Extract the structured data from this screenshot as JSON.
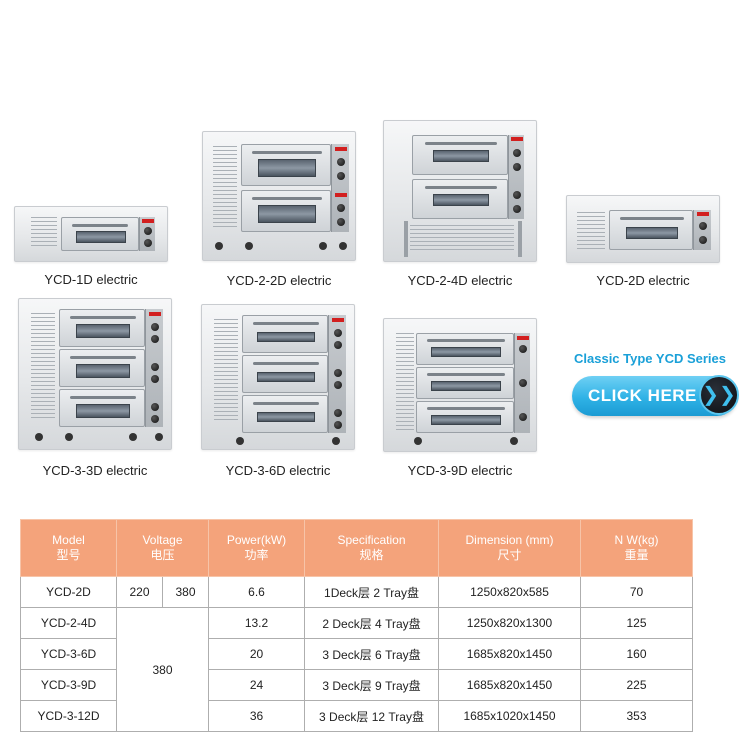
{
  "products": [
    {
      "id": "ycd-1d",
      "caption": "YCD-1D electric"
    },
    {
      "id": "ycd-2-2d",
      "caption": "YCD-2-2D electric"
    },
    {
      "id": "ycd-2-4d",
      "caption": "YCD-2-4D electric"
    },
    {
      "id": "ycd-2d",
      "caption": "YCD-2D electric"
    },
    {
      "id": "ycd-3-3d",
      "caption": "YCD-3-3D electric"
    },
    {
      "id": "ycd-3-6d",
      "caption": "YCD-3-6D electric"
    },
    {
      "id": "ycd-3-9d",
      "caption": "YCD-3-9D electric"
    }
  ],
  "promo": {
    "title": "Classic Type YCD Series",
    "button_label": "CLICK HERE",
    "chevron": "❯❯"
  },
  "table": {
    "headers": [
      {
        "en": "Model",
        "zh": "型号"
      },
      {
        "en": "Voltage",
        "zh": "电压"
      },
      {
        "en": "Power(kW)",
        "zh": "功率"
      },
      {
        "en": "Specification",
        "zh": "规格"
      },
      {
        "en": "Dimension (mm)",
        "zh": "尺寸"
      },
      {
        "en": "N W(kg)",
        "zh": "重量"
      }
    ],
    "rows": [
      {
        "model": "YCD-2D",
        "voltage_a": "220",
        "voltage_b": "380",
        "power": "6.6",
        "spec": "1Deck层 2 Tray盘",
        "dimension": "1250x820x585",
        "weight": "70"
      },
      {
        "model": "YCD-2-4D",
        "power": "13.2",
        "spec": "2 Deck层 4 Tray盘",
        "dimension": "1250x820x1300",
        "weight": "125"
      },
      {
        "model": "YCD-3-6D",
        "power": "20",
        "spec": "3 Deck层 6 Tray盘",
        "dimension": "1685x820x1450",
        "weight": "160"
      },
      {
        "model": "YCD-3-9D",
        "power": "24",
        "spec": "3 Deck层 9 Tray盘",
        "dimension": "1685x820x1450",
        "weight": "225"
      },
      {
        "model": "YCD-3-12D",
        "power": "36",
        "spec": "3 Deck层 12 Tray盘",
        "dimension": "1685x1020x1450",
        "weight": "353"
      }
    ],
    "merged_voltage": "380"
  },
  "colors": {
    "header_bg": "#f4a37b",
    "promo_title": "#1aa0d8",
    "button_blue": "#2fb2e6"
  }
}
